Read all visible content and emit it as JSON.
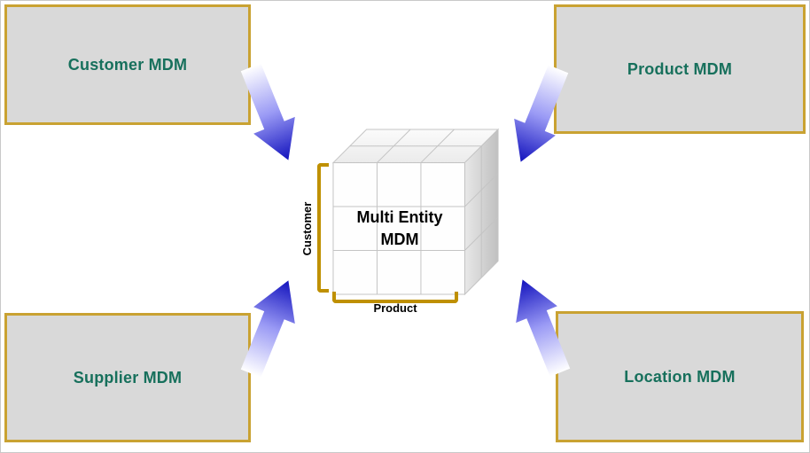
{
  "diagram": {
    "title": {
      "line1": "Multi Entity",
      "line2": "MDM"
    },
    "boxes": {
      "top_left": {
        "label": "Customer MDM"
      },
      "top_right": {
        "label": "Product MDM"
      },
      "bottom_left": {
        "label": "Supplier MDM"
      },
      "bottom_right": {
        "label": "Location MDM"
      }
    },
    "axes": {
      "left": "Customer",
      "bottom": "Product"
    },
    "colors": {
      "box_fill": "#d9d9d9",
      "box_border": "#c9a232",
      "box_text": "#17705c",
      "arrow_tip_blue": "#1212bd",
      "arrow_tail": "#ffffff",
      "bracket_gold": "#bf9000",
      "cube_face": "#fefefe",
      "cube_line": "#c4c4c4"
    }
  }
}
